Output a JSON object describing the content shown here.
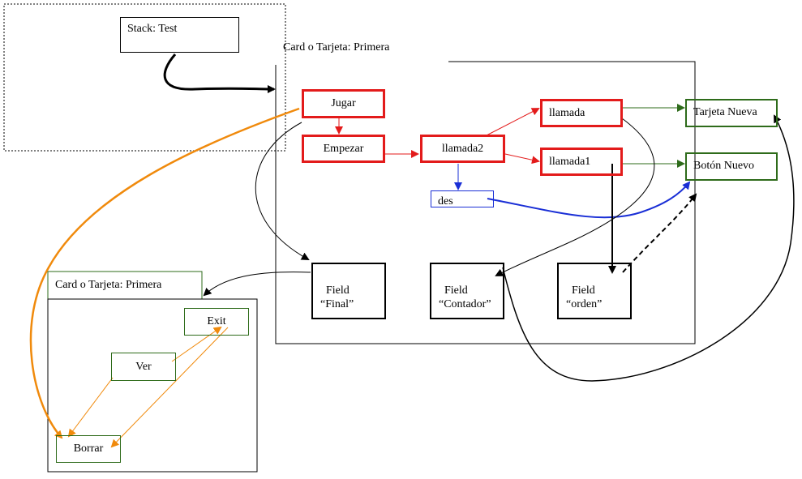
{
  "stack": {
    "label": "Stack: Test"
  },
  "card_main": {
    "title": "Card o Tarjeta: Primera"
  },
  "card_secondary": {
    "title": "Card o Tarjeta: Primera"
  },
  "nodes": {
    "jugar": "Jugar",
    "empezar": "Empezar",
    "llamada2": "llamada2",
    "llamada": "llamada",
    "llamada1": "llamada1",
    "des": "des",
    "tarjeta_nueva": "Tarjeta Nueva",
    "boton_nuevo": "Botón Nuevo",
    "field_final": "Field\n“Final”",
    "field_contador": "Field\n“Contador”",
    "field_orden": "Field\n“orden”",
    "exit": "Exit",
    "ver": "Ver",
    "borrar": "Borrar"
  },
  "colors": {
    "red": "#e31b1b",
    "green": "#2e6b1a",
    "blue": "#1a2fd6",
    "orange": "#f08a0c",
    "black": "#000000"
  }
}
